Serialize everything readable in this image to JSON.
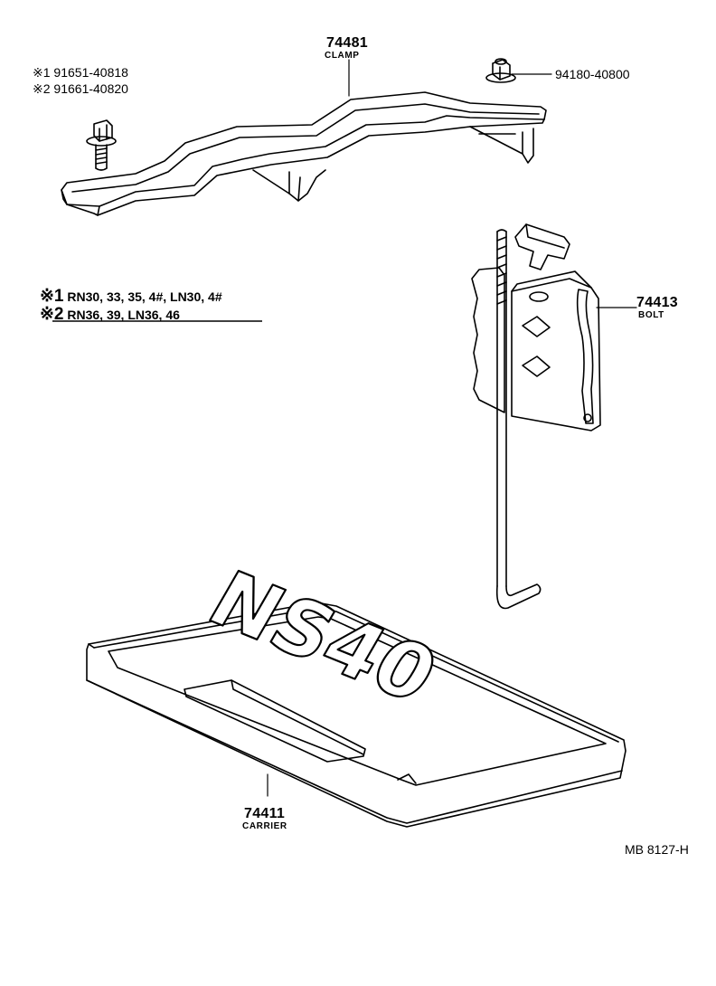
{
  "parts": {
    "clamp": {
      "number": "74481",
      "name": "CLAMP"
    },
    "bolt": {
      "number": "74413",
      "name": "BOLT"
    },
    "carrier": {
      "number": "74411",
      "name": "CARRIER"
    },
    "nut": {
      "number": "94180-40800"
    },
    "clamp_bolt": {
      "variant1": {
        "mark": "※1",
        "number": "91651-40818"
      },
      "variant2": {
        "mark": "※2",
        "number": "91661-40820"
      }
    }
  },
  "applicability": [
    {
      "mark": "※1",
      "models": "RN30, 33, 35, 4#, LN30, 4#"
    },
    {
      "mark": "※2",
      "models": "RN36, 39, LN36, 46"
    }
  ],
  "tray_marking": "NS40",
  "drawing_code": "MB 8127-H"
}
